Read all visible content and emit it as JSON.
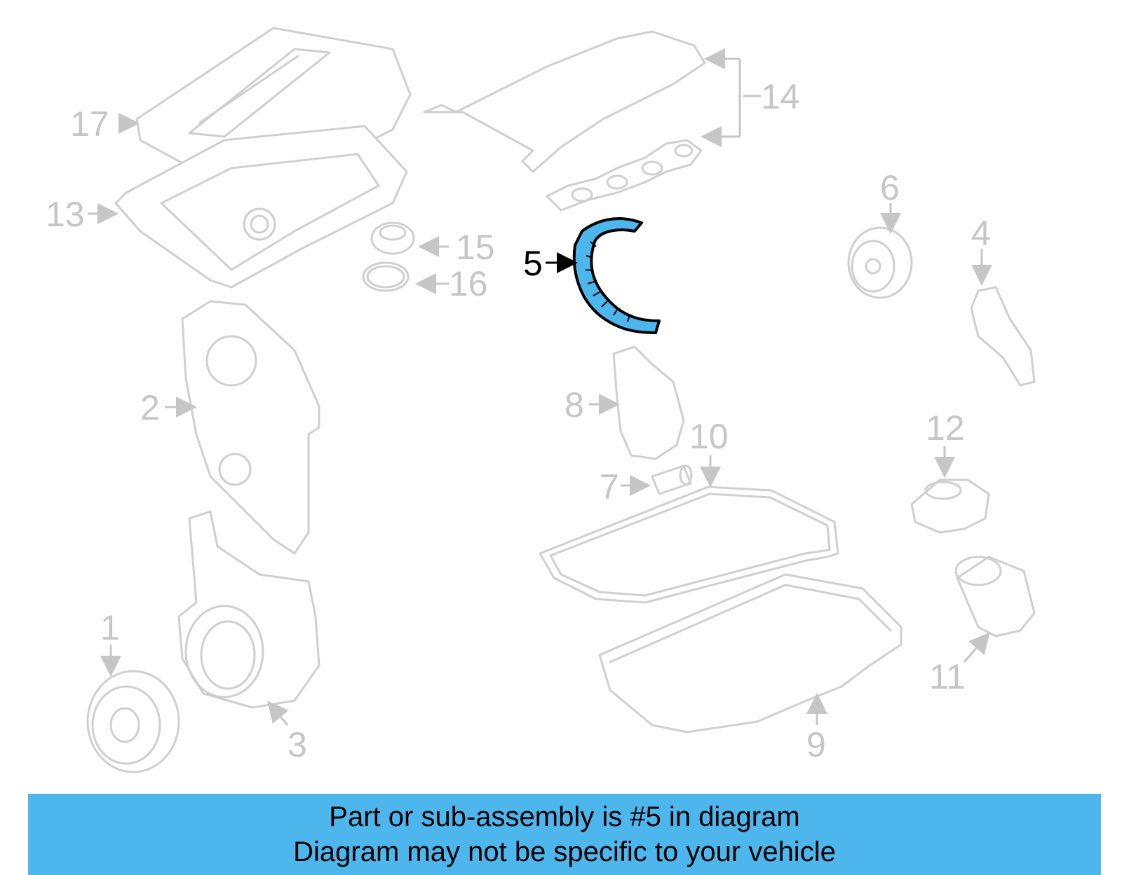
{
  "diagram": {
    "highlight_color": "#4db6ec",
    "callouts": {
      "c1": "1",
      "c2": "2",
      "c3": "3",
      "c4": "4",
      "c5": "5",
      "c6": "6",
      "c7": "7",
      "c8": "8",
      "c9": "9",
      "c10": "10",
      "c11": "11",
      "c12": "12",
      "c13": "13",
      "c14": "14",
      "c15": "15",
      "c16": "16",
      "c17": "17"
    },
    "highlighted_callout": "5"
  },
  "banner": {
    "line1": "Part or sub-assembly is #5 in diagram",
    "line2": "Diagram may not be specific to your vehicle",
    "background": "#4db6ec"
  }
}
